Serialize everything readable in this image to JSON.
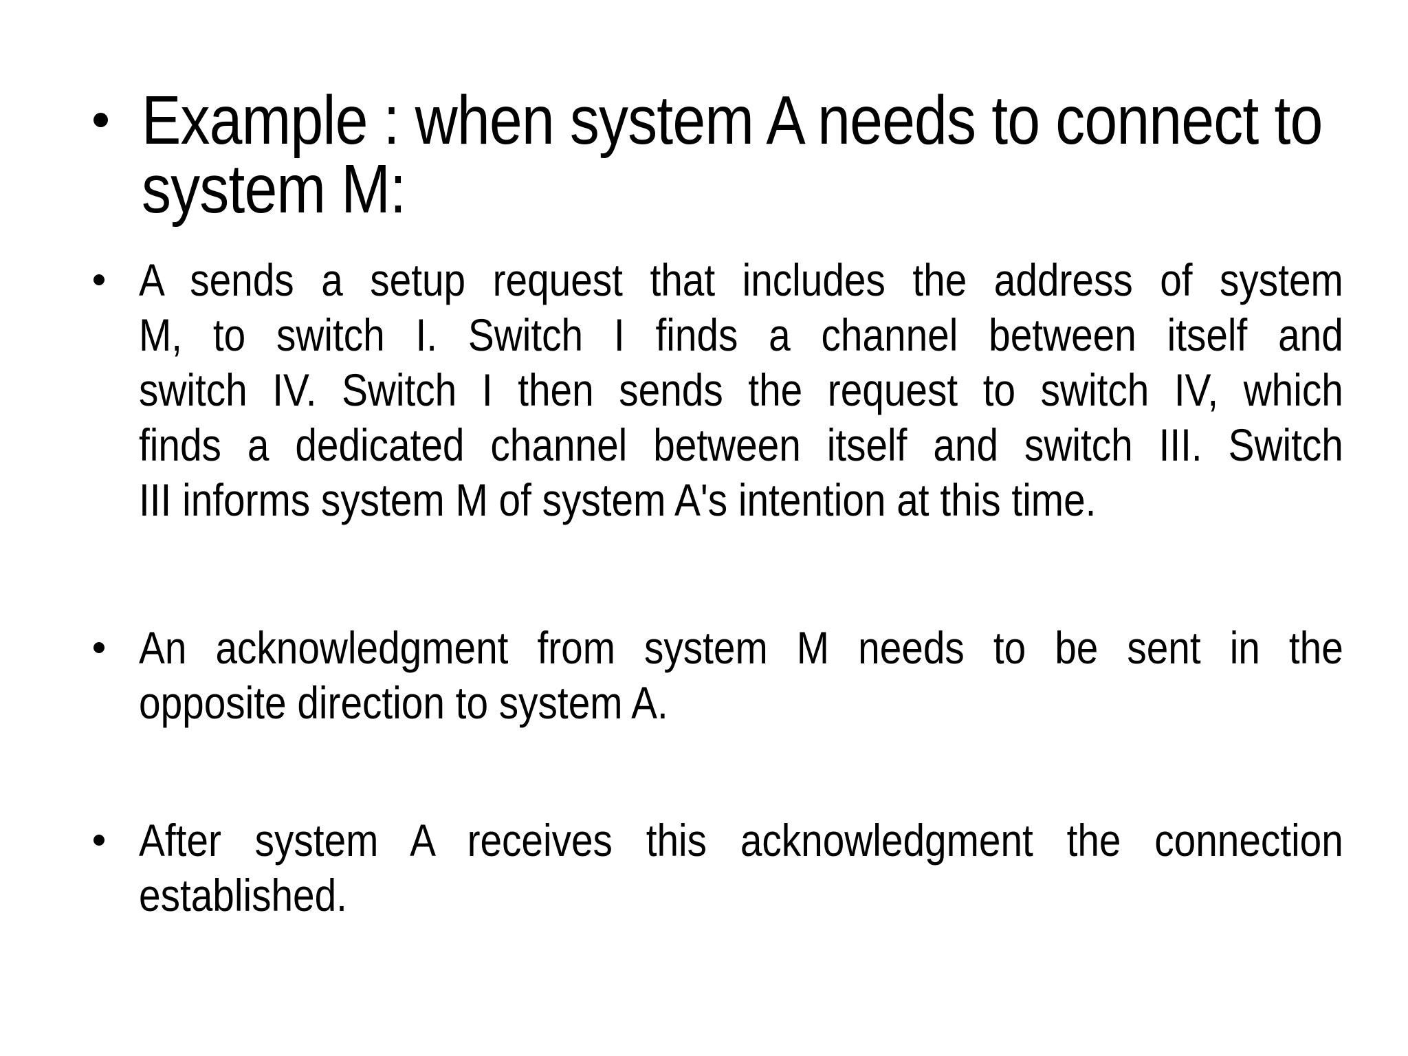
{
  "slide": {
    "background_color": "#ffffff",
    "text_color": "#000000",
    "title": {
      "text": "Example : when system A needs to connect to system M:",
      "lines": [
        "Example : when system A needs to connect to",
        "system M:"
      ]
    },
    "bullets": [
      {
        "text": "A sends a setup request that includes the address of system M, to switch I. Switch I finds a channel between itself and switch IV. Switch I then sends the request to switch IV, which finds a dedicated channel between itself and switch III. Switch III informs system M of system A's intention at this time.",
        "lines": [
          "A sends a setup request that includes the address of system",
          "M, to switch I. Switch I finds a channel between itself and",
          "switch IV. Switch I then sends the request to switch IV, which",
          "finds a dedicated channel between itself and switch III. Switch",
          "III informs system M of system A's intention at this time."
        ]
      },
      {
        "text": "An acknowledgment from system M needs to be sent in the opposite direction to system A.",
        "lines": [
          "An acknowledgment from system M needs to be sent in the",
          "opposite direction to system A."
        ]
      },
      {
        "text": "After system A receives this acknowledgment the connection established.",
        "lines": [
          "After system A receives this acknowledgment the connection",
          "established."
        ]
      }
    ]
  }
}
